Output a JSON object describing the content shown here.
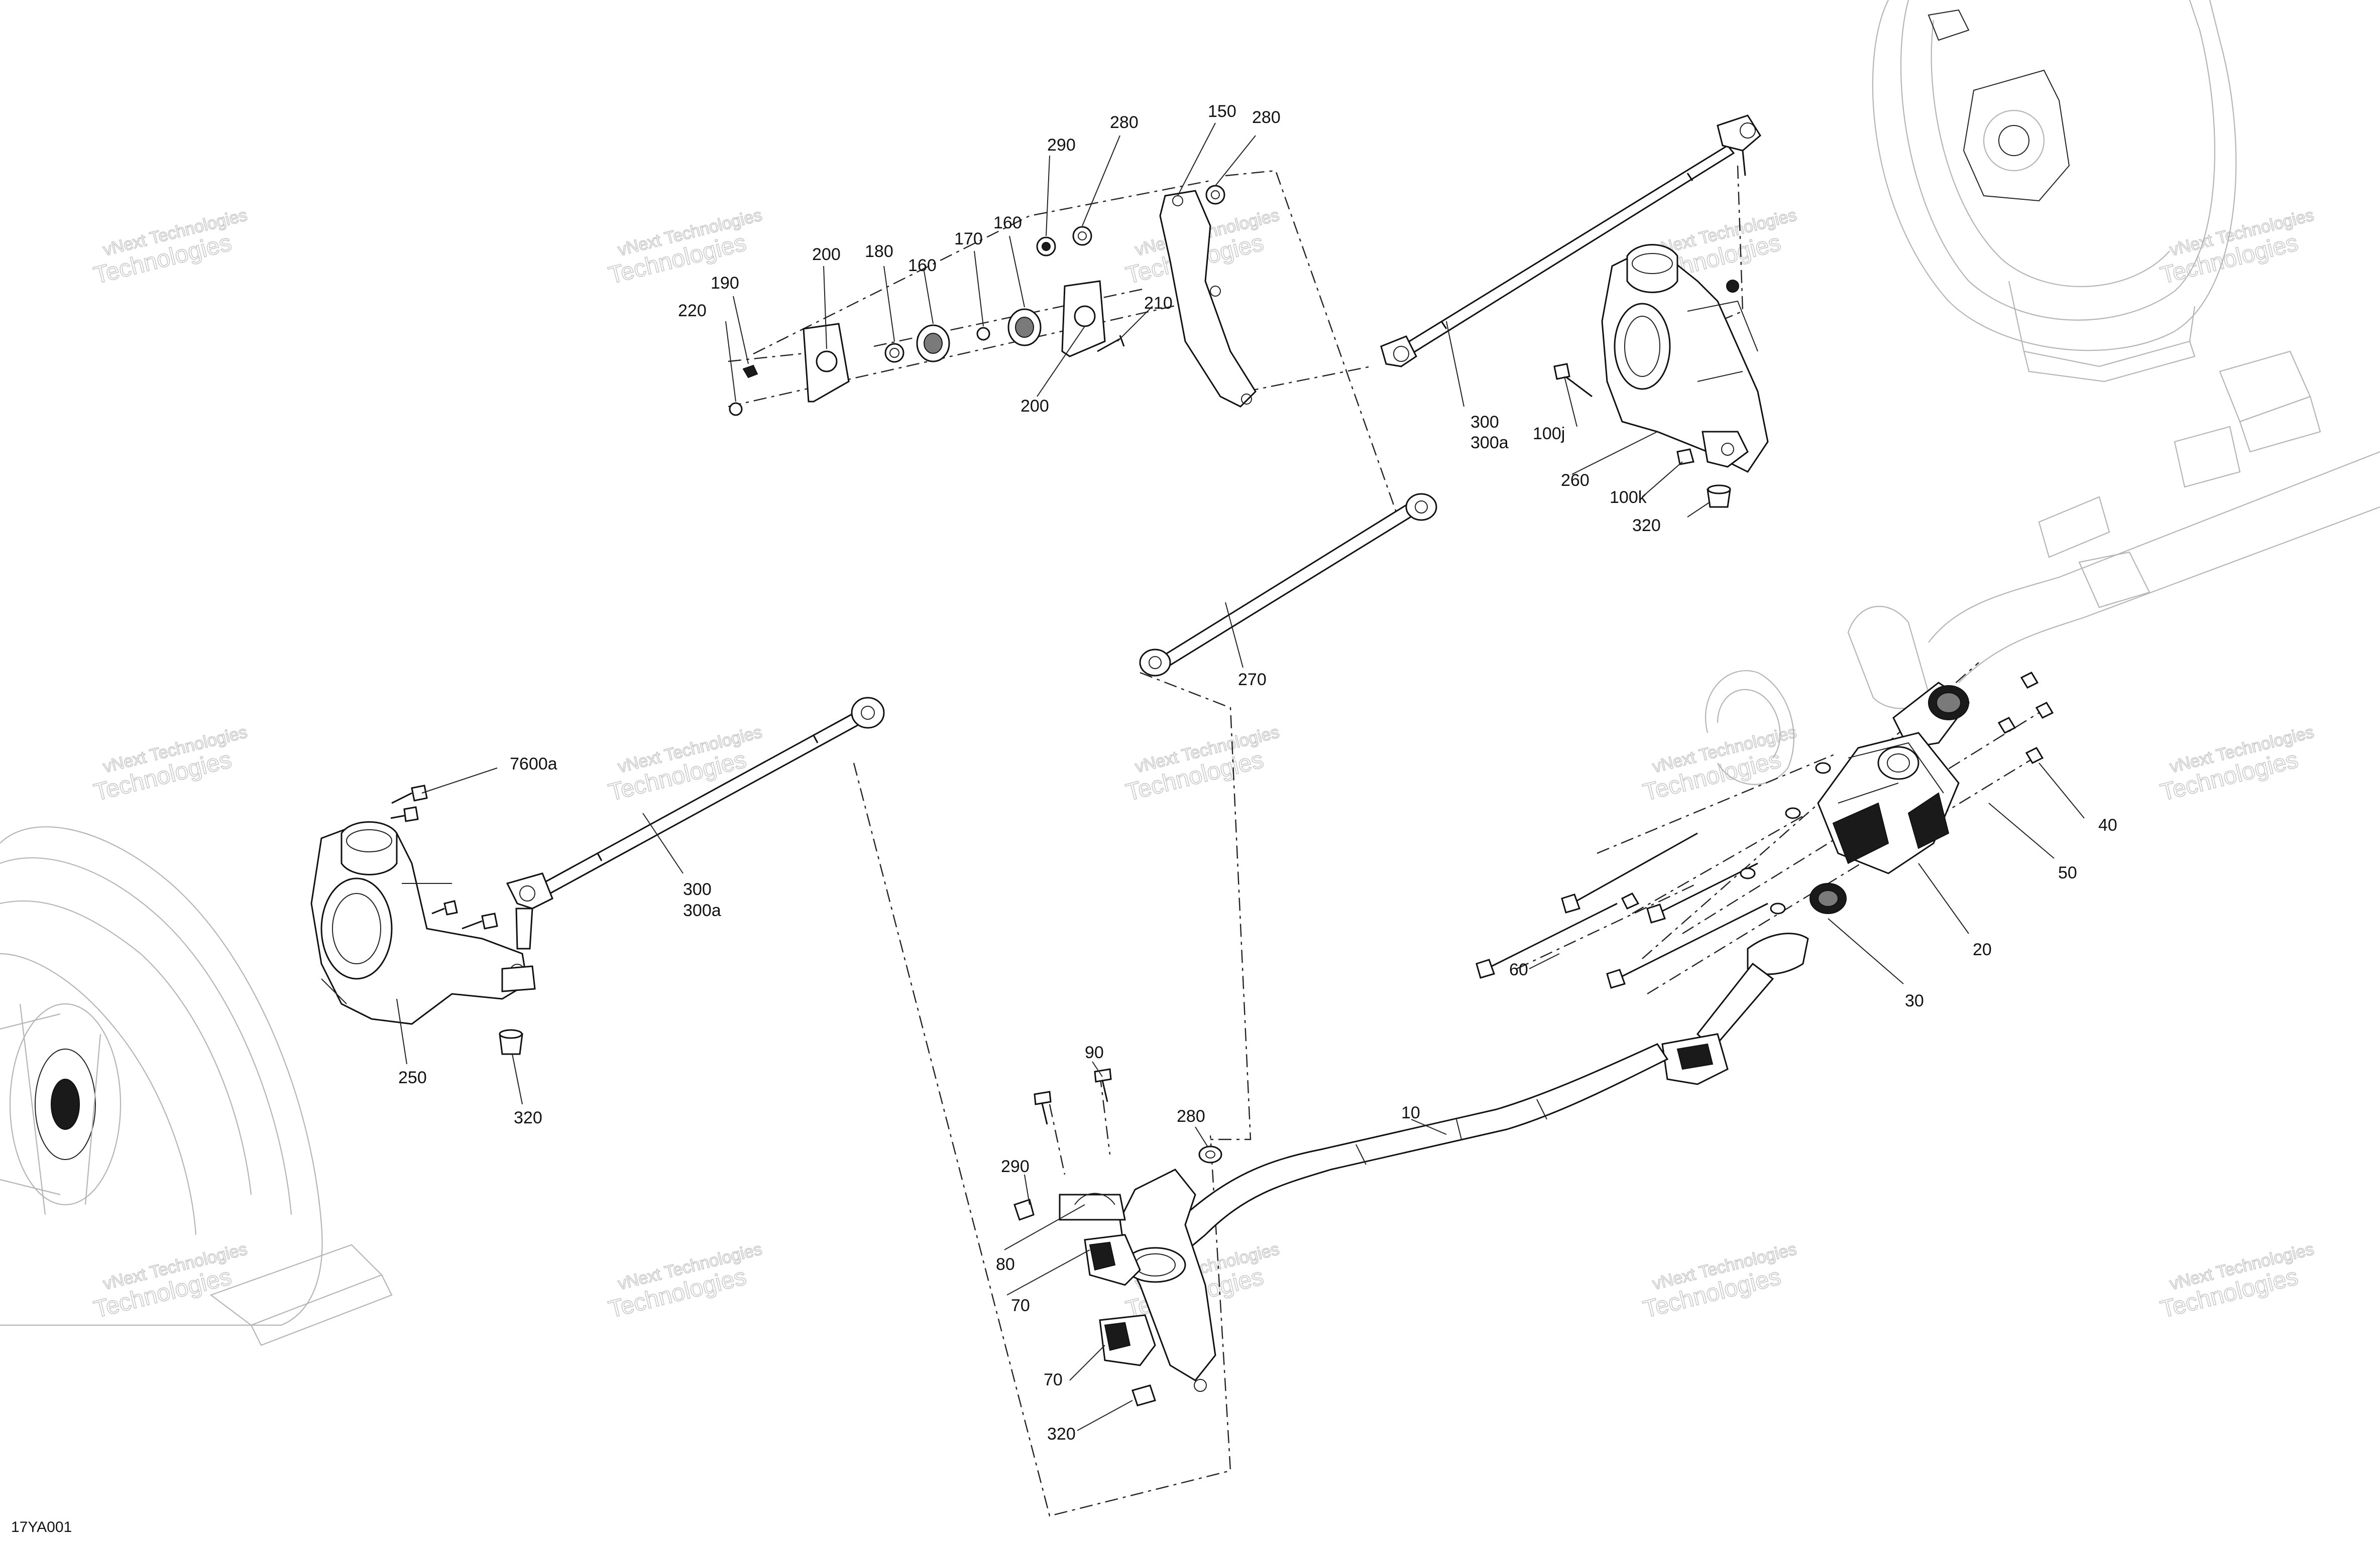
{
  "figure_code": "17YA001",
  "watermark": {
    "line1": "vNext Technologies",
    "line2": "Technologies"
  },
  "callouts": [
    {
      "id": "c-290-top",
      "label": "290"
    },
    {
      "id": "c-280-top",
      "label": "280"
    },
    {
      "id": "c-150",
      "label": "150"
    },
    {
      "id": "c-280-top2",
      "label": "280"
    },
    {
      "id": "c-200-top",
      "label": "200"
    },
    {
      "id": "c-180",
      "label": "180"
    },
    {
      "id": "c-160-a",
      "label": "160"
    },
    {
      "id": "c-170",
      "label": "170"
    },
    {
      "id": "c-160-b",
      "label": "160"
    },
    {
      "id": "c-190",
      "label": "190"
    },
    {
      "id": "c-220",
      "label": "220"
    },
    {
      "id": "c-210",
      "label": "210"
    },
    {
      "id": "c-200-bottom",
      "label": "200"
    },
    {
      "id": "c-300-right",
      "label": "300"
    },
    {
      "id": "c-300a-right",
      "label": "300a"
    },
    {
      "id": "c-100j",
      "label": "100j"
    },
    {
      "id": "c-260",
      "label": "260"
    },
    {
      "id": "c-100k",
      "label": "100k"
    },
    {
      "id": "c-320-right",
      "label": "320"
    },
    {
      "id": "c-270",
      "label": "270"
    },
    {
      "id": "c-7600a",
      "label": "7600a"
    },
    {
      "id": "c-300-left",
      "label": "300"
    },
    {
      "id": "c-300a-left",
      "label": "300a"
    },
    {
      "id": "c-250",
      "label": "250"
    },
    {
      "id": "c-320-left",
      "label": "320"
    },
    {
      "id": "c-40",
      "label": "40"
    },
    {
      "id": "c-50",
      "label": "50"
    },
    {
      "id": "c-20",
      "label": "20"
    },
    {
      "id": "c-60",
      "label": "60"
    },
    {
      "id": "c-30",
      "label": "30"
    },
    {
      "id": "c-10",
      "label": "10"
    },
    {
      "id": "c-90",
      "label": "90"
    },
    {
      "id": "c-280-bottom",
      "label": "280"
    },
    {
      "id": "c-290-bottom",
      "label": "290"
    },
    {
      "id": "c-80",
      "label": "80"
    },
    {
      "id": "c-70-a",
      "label": "70"
    },
    {
      "id": "c-70-b",
      "label": "70"
    },
    {
      "id": "c-320-bottom",
      "label": "320"
    }
  ]
}
